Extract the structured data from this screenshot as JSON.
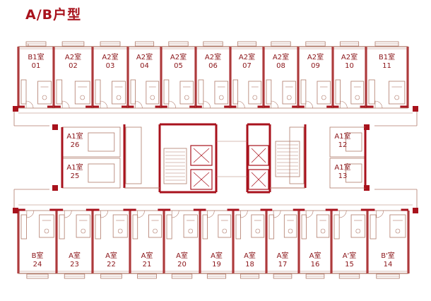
{
  "title": "A/B户型",
  "colors": {
    "accent": "#a8121c",
    "wall": "#a8121c",
    "thin_line": "#b07a6a",
    "background": "#ffffff"
  },
  "top_row_units": [
    {
      "type": "B1室",
      "number": "01"
    },
    {
      "type": "A2室",
      "number": "02"
    },
    {
      "type": "A2室",
      "number": "03"
    },
    {
      "type": "A2室",
      "number": "04"
    },
    {
      "type": "A2室",
      "number": "05"
    },
    {
      "type": "A2室",
      "number": "06"
    },
    {
      "type": "A2室",
      "number": "07"
    },
    {
      "type": "A2室",
      "number": "08"
    },
    {
      "type": "A2室",
      "number": "09"
    },
    {
      "type": "A2室",
      "number": "10"
    },
    {
      "type": "B1室",
      "number": "11"
    }
  ],
  "core_units": {
    "left": [
      {
        "type": "A1室",
        "number": "26"
      },
      {
        "type": "A1室",
        "number": "25"
      }
    ],
    "right": [
      {
        "type": "A1室",
        "number": "12"
      },
      {
        "type": "A1室",
        "number": "13"
      }
    ]
  },
  "bottom_row_units": [
    {
      "type": "B室",
      "number": "24"
    },
    {
      "type": "A室",
      "number": "23"
    },
    {
      "type": "A室",
      "number": "22"
    },
    {
      "type": "A室",
      "number": "21"
    },
    {
      "type": "A室",
      "number": "20"
    },
    {
      "type": "A室",
      "number": "19"
    },
    {
      "type": "A室",
      "number": "18"
    },
    {
      "type": "A室",
      "number": "17"
    },
    {
      "type": "A室",
      "number": "16"
    },
    {
      "type": "A'室",
      "number": "15"
    },
    {
      "type": "B'室",
      "number": "14"
    }
  ]
}
